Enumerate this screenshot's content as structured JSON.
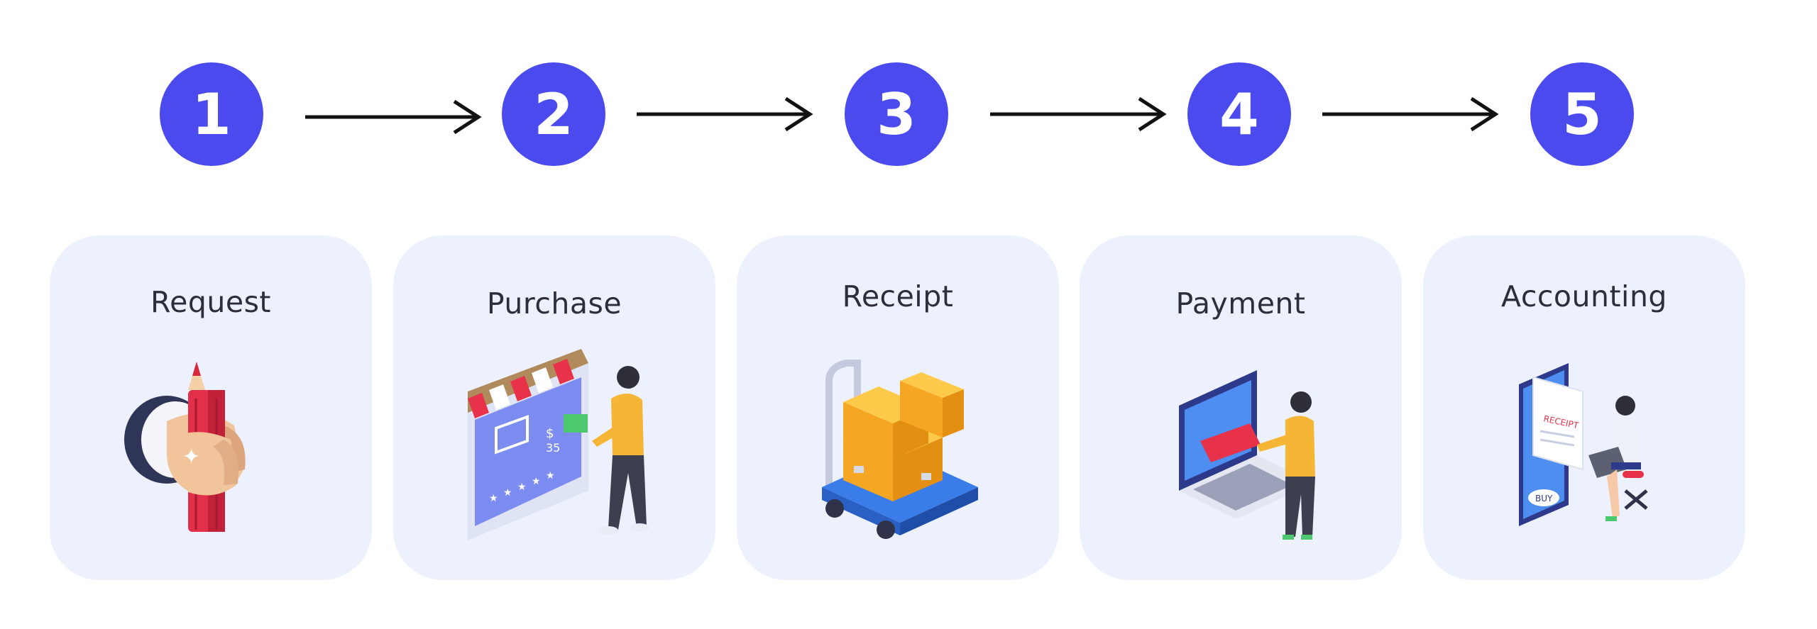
{
  "steps": [
    {
      "number": "1",
      "label": "Request",
      "icon": "pencil-hand-icon"
    },
    {
      "number": "2",
      "label": "Purchase",
      "icon": "storefront-shopper-icon"
    },
    {
      "number": "3",
      "label": "Receipt",
      "icon": "delivery-cart-boxes-icon"
    },
    {
      "number": "4",
      "label": "Payment",
      "icon": "laptop-card-payment-icon"
    },
    {
      "number": "5",
      "label": "Accounting",
      "icon": "phone-receipt-accountant-icon"
    }
  ],
  "receipt_text": "RECEIPT",
  "buy_text": "BUY",
  "price_text": "$\n35",
  "colors": {
    "step_circle": "#4a4aee",
    "card_background": "#edf1fd",
    "arrow": "#111111",
    "label_text": "#2e2e3a"
  }
}
